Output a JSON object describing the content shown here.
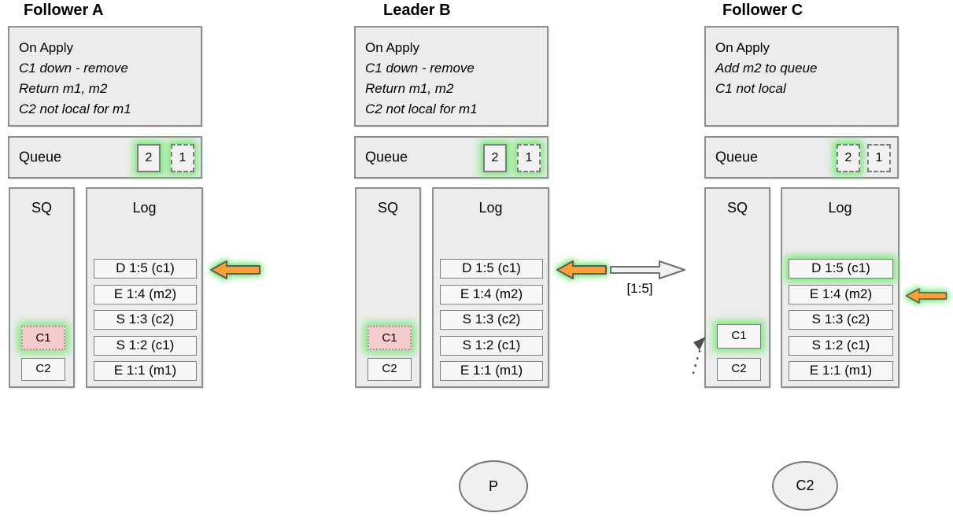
{
  "nodes": [
    {
      "title": "Follower A",
      "on_apply": {
        "lines": [
          "On Apply",
          "C1 down - remove",
          "Return m1, m2",
          "C2 not local for m1"
        ]
      },
      "queue": {
        "label": "Queue",
        "items": [
          {
            "value": "2",
            "border": "solid",
            "highlighted": true
          },
          {
            "value": "1",
            "border": "dashed",
            "highlighted": true
          }
        ]
      },
      "sq": {
        "label": "SQ",
        "items": [
          {
            "value": "C1",
            "fill": "pink",
            "border": "dotted",
            "highlighted": true
          },
          {
            "value": "C2",
            "fill": "plain",
            "border": "solid",
            "highlighted": false
          }
        ]
      },
      "log": {
        "label": "Log",
        "entries": [
          {
            "label": "D 1:5 (c1)",
            "highlighted": false
          },
          {
            "label": "E 1:4 (m2)",
            "highlighted": false
          },
          {
            "label": "S 1:3 (c2)",
            "highlighted": false
          },
          {
            "label": "S 1:2 (c1)",
            "highlighted": false
          },
          {
            "label": "E 1:1 (m1)",
            "highlighted": false
          }
        ]
      },
      "apply_arrow": {
        "icon": "arrow-left-icon",
        "color": "#f7a239",
        "points_to": "D 1:5 (c1)"
      }
    },
    {
      "title": "Leader B",
      "on_apply": {
        "lines": [
          "On Apply",
          "C1 down - remove",
          "Return m1, m2",
          "C2 not local for m1"
        ]
      },
      "queue": {
        "label": "Queue",
        "items": [
          {
            "value": "2",
            "border": "solid",
            "highlighted": true
          },
          {
            "value": "1",
            "border": "dashed",
            "highlighted": true
          }
        ]
      },
      "sq": {
        "label": "SQ",
        "items": [
          {
            "value": "C1",
            "fill": "pink",
            "border": "dotted",
            "highlighted": true
          },
          {
            "value": "C2",
            "fill": "plain",
            "border": "solid",
            "highlighted": false
          }
        ]
      },
      "log": {
        "label": "Log",
        "entries": [
          {
            "label": "D 1:5 (c1)",
            "highlighted": false
          },
          {
            "label": "E 1:4 (m2)",
            "highlighted": false
          },
          {
            "label": "S 1:3 (c2)",
            "highlighted": false
          },
          {
            "label": "S 1:2 (c1)",
            "highlighted": false
          },
          {
            "label": "E 1:1 (m1)",
            "highlighted": false
          }
        ]
      },
      "apply_arrow": {
        "icon": "arrow-left-icon",
        "color": "#f7a239",
        "points_to": "D 1:5 (c1)"
      }
    },
    {
      "title": "Follower C",
      "on_apply": {
        "lines": [
          "On Apply",
          "Add m2 to queue",
          "C1 not local"
        ]
      },
      "queue": {
        "label": "Queue",
        "items": [
          {
            "value": "2",
            "border": "dashed",
            "highlighted": true
          },
          {
            "value": "1",
            "border": "dashed",
            "highlighted": false
          }
        ]
      },
      "sq": {
        "label": "SQ",
        "items": [
          {
            "value": "C1",
            "fill": "plain",
            "border": "solid",
            "highlighted": true
          },
          {
            "value": "C2",
            "fill": "plain",
            "border": "solid",
            "highlighted": false
          }
        ]
      },
      "log": {
        "label": "Log",
        "entries": [
          {
            "label": "D 1:5 (c1)",
            "highlighted": true
          },
          {
            "label": "E 1:4 (m2)",
            "highlighted": false
          },
          {
            "label": "S 1:3 (c2)",
            "highlighted": false
          },
          {
            "label": "S 1:2 (c1)",
            "highlighted": false
          },
          {
            "label": "E 1:1 (m1)",
            "highlighted": false
          }
        ]
      },
      "apply_arrow": {
        "icon": "arrow-left-icon",
        "color": "#f7a239",
        "points_to": "E 1:4 (m2)"
      }
    }
  ],
  "replication_arrow": {
    "icon": "arrow-right-icon",
    "label": "[1:5]"
  },
  "incoming_command_arrow": {
    "icon": "dotted-arrow-icon",
    "points_to": "C1"
  },
  "actors": [
    {
      "label": "P"
    },
    {
      "label": "C2"
    }
  ],
  "colors": {
    "highlight_glow": "#79e879",
    "command_arrow_fill": "#f7a239",
    "box_fill": "#ececec",
    "entry_fill": "#f6f6f6",
    "down_item_fill": "#f4cccc",
    "replication_arrow_fill": "#f1f1f1"
  }
}
